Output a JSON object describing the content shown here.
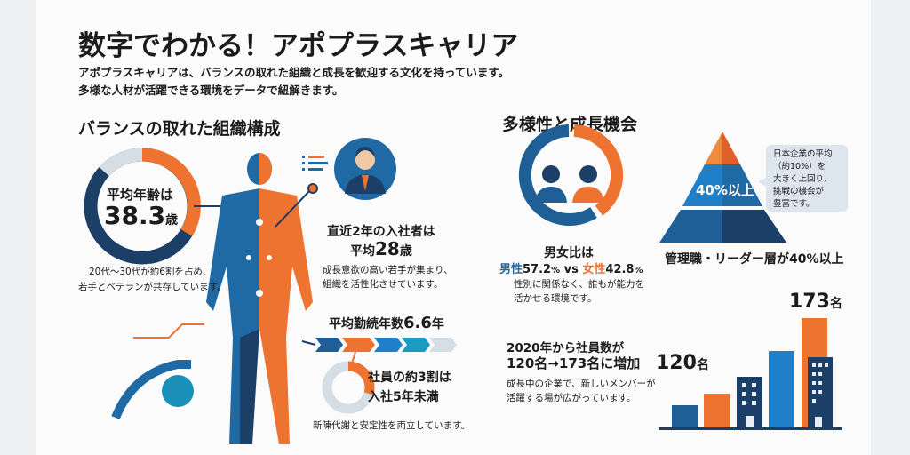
{
  "title": "数字でわかる！アポプラスキャリア",
  "subtitle": [
    "アポプラスキャリアは、バランスの取れた組織と成長を歓迎する文化を持っています。",
    "多様な人材が活躍できる環境をデータで紐解きます。"
  ],
  "section1": {
    "heading": "バランスの取れた組織構成",
    "avg_age": {
      "label": "平均年齢は",
      "value": "38.3",
      "unit": "歳",
      "caption": [
        "20代〜30代が約6割を占め、",
        "若手とベテランが共存しています。"
      ]
    },
    "new_hires": {
      "label": "直近2年の入社者は",
      "prefix": "平均",
      "value": "28",
      "unit": "歳",
      "caption": [
        "成長意欲の高い若手が集まり、",
        "組織を活性化させています。"
      ]
    },
    "tenure": {
      "label": "平均勤続年数",
      "value": "6.6",
      "unit": "年"
    },
    "under5": {
      "lines": [
        "社員の約3割は",
        "入社5年未満"
      ],
      "fraction": 0.3
    },
    "footer": "新陳代謝と安定性を両立しています。"
  },
  "section2": {
    "heading": "多様性と成長機会",
    "gender": {
      "label": "男女比は",
      "male_label": "男性",
      "male_value": "57.2",
      "female_label": "女性",
      "female_value": "42.8",
      "pct": "%",
      "vs": " vs ",
      "caption": [
        "性別に関係なく、誰もが能力を",
        "活かせる環境です。"
      ]
    },
    "management": {
      "pyramid_label": "40%以上",
      "callout": [
        "日本企業の平均",
        "（約10%）を",
        "大きく上回り、",
        "挑戦の機会が",
        "豊富です。"
      ],
      "caption": "管理職・リーダー層が40%以上"
    },
    "growth": {
      "lines": [
        "2020年から社員数が",
        "120名→173名に増加"
      ],
      "caption": [
        "成長中の企業で、新しいメンバーが",
        "活躍する場が広がっています。"
      ],
      "start": "120",
      "end": "173",
      "unit": "名"
    }
  },
  "colors": {
    "blue": "#1f6aa5",
    "navy": "#1b3f66",
    "orange": "#ee7230",
    "light": "#d5dde5"
  }
}
